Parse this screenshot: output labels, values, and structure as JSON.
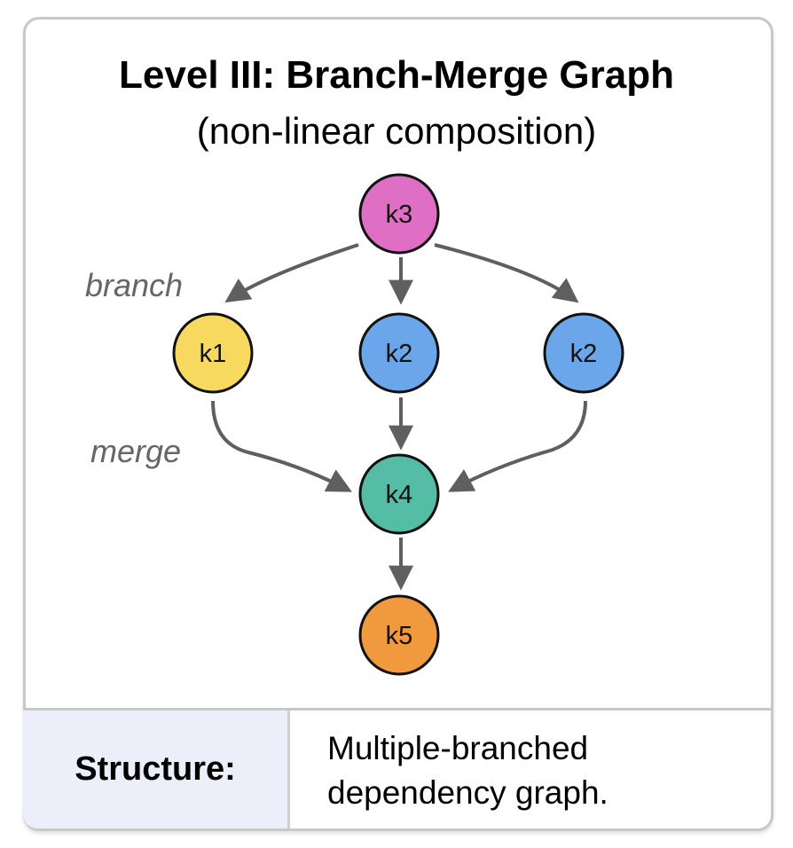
{
  "header": {
    "title": "Level III: Branch-Merge Graph",
    "subtitle": "(non-linear composition)"
  },
  "graph": {
    "nodes": [
      {
        "id": "top",
        "label": "k3",
        "color": "#de6fc4"
      },
      {
        "id": "left",
        "label": "k1",
        "color": "#f7d95f"
      },
      {
        "id": "mid",
        "label": "k2",
        "color": "#6ba6ea"
      },
      {
        "id": "right",
        "label": "k2",
        "color": "#6ba6ea"
      },
      {
        "id": "merge",
        "label": "k4",
        "color": "#55bca5"
      },
      {
        "id": "bottom",
        "label": "k5",
        "color": "#f0993d"
      }
    ],
    "edges": [
      {
        "from": "top",
        "to": "left"
      },
      {
        "from": "top",
        "to": "mid"
      },
      {
        "from": "top",
        "to": "right"
      },
      {
        "from": "left",
        "to": "merge"
      },
      {
        "from": "mid",
        "to": "merge"
      },
      {
        "from": "right",
        "to": "merge"
      },
      {
        "from": "merge",
        "to": "bottom"
      }
    ],
    "annotations": {
      "branch": "branch",
      "merge": "merge"
    },
    "edge_color": "#5f5f5f"
  },
  "footer": {
    "label": "Structure:",
    "text_line1": "Multiple-branched",
    "text_line2": "dependency graph."
  }
}
